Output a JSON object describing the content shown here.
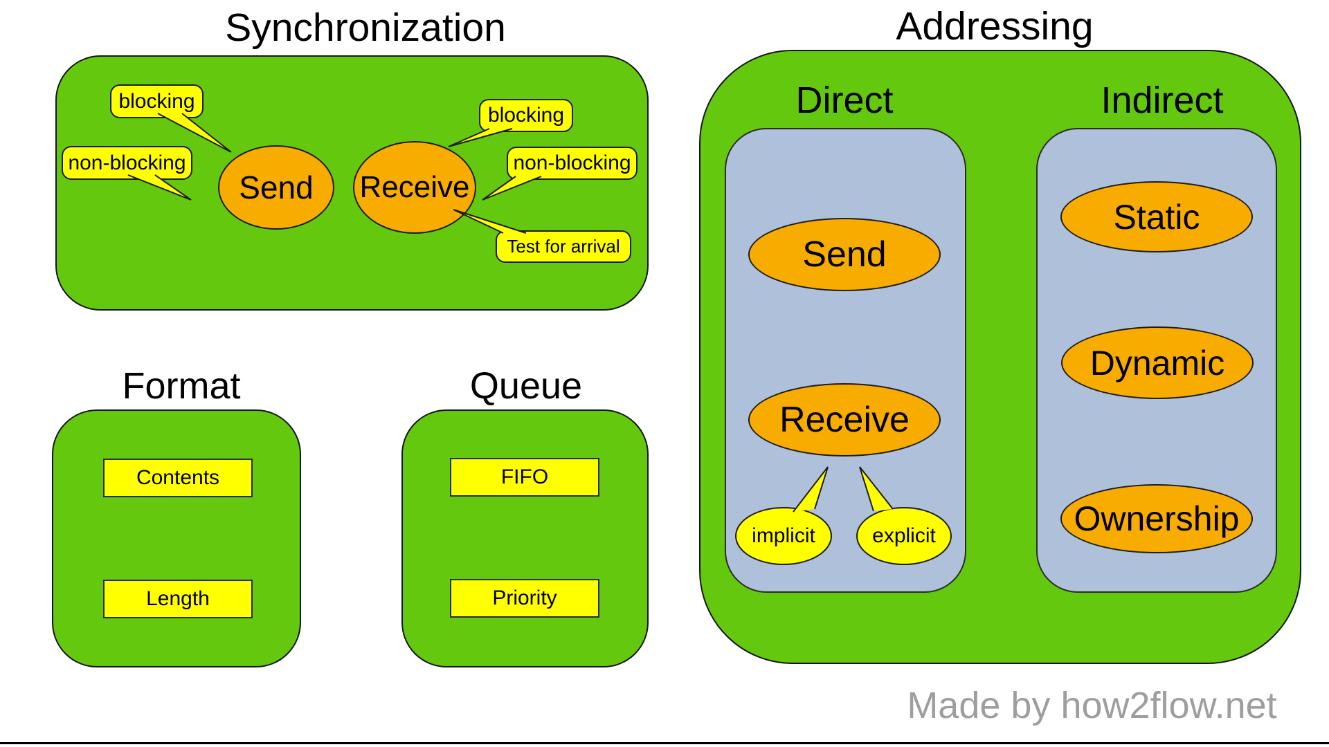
{
  "colors": {
    "panel_green": "#64C80E",
    "node_orange": "#F9AC00",
    "callout_yellow": "#FFFF00",
    "container_blue": "#AFC0DB",
    "credit_gray": "#9E9E9E"
  },
  "sections": {
    "synchronization": {
      "title": "Synchronization",
      "nodes": {
        "send": "Send",
        "receive": "Receive"
      },
      "callouts": {
        "send_blocking": "blocking",
        "send_nonblocking": "non-blocking",
        "receive_blocking": "blocking",
        "receive_nonblocking": "non-blocking",
        "receive_test": "Test for arrival"
      }
    },
    "addressing": {
      "title": "Addressing",
      "direct": {
        "title": "Direct",
        "nodes": {
          "send": "Send",
          "receive": "Receive"
        },
        "callouts": {
          "implicit": "implicit",
          "explicit": "explicit"
        }
      },
      "indirect": {
        "title": "Indirect",
        "nodes": {
          "static": "Static",
          "dynamic": "Dynamic",
          "ownership": "Ownership"
        }
      }
    },
    "format": {
      "title": "Format",
      "items": [
        "Contents",
        "Length"
      ]
    },
    "queue": {
      "title": "Queue",
      "items": [
        "FIFO",
        "Priority"
      ]
    }
  },
  "credit": "Made by how2flow.net"
}
